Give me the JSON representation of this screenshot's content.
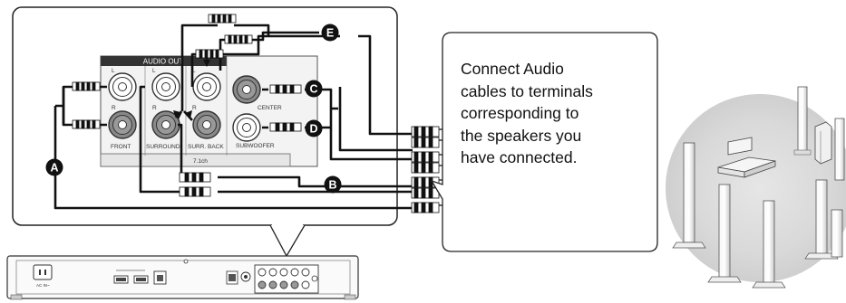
{
  "panel": {
    "audio_out_label": "AUDIO OUT",
    "channel_l": "L",
    "channel_r": "R",
    "front_label": "FRONT",
    "surround_label": "SURROUND",
    "surr_back_label": "SURR. BACK",
    "center_label": "CENTER",
    "subwoofer_label": "SUBWOOFER",
    "channel_config_label": "7.1ch"
  },
  "callouts": {
    "a": "A",
    "b": "B",
    "c": "C",
    "d": "D",
    "e": "E"
  },
  "instruction": {
    "lines": [
      "Connect Audio",
      "cables to terminals",
      "corresponding to",
      "the speakers you",
      "have connected."
    ]
  },
  "device": {
    "ac_in_label": "AC IN~"
  }
}
